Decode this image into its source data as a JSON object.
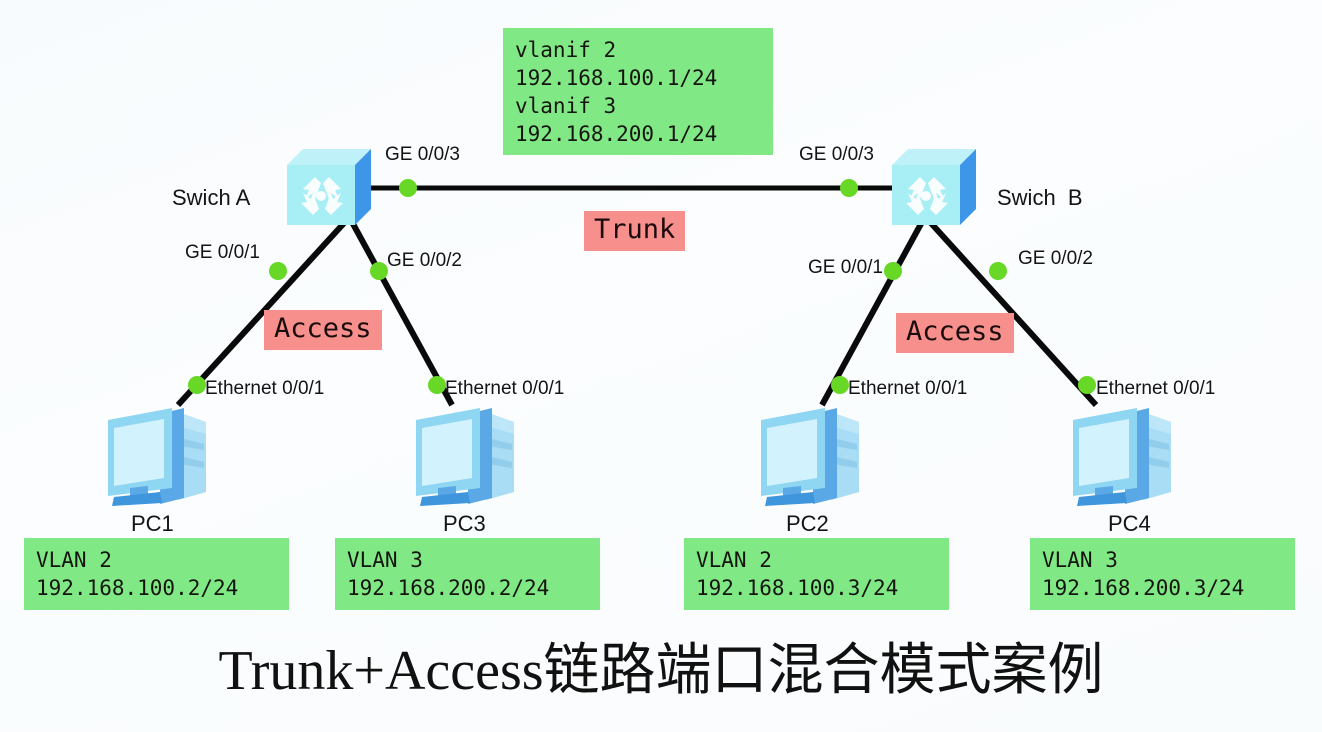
{
  "diagram": {
    "title": "Trunk+Access链路端口混合模式案例",
    "colors": {
      "background": "#f8fbfd",
      "info_box": "#80e884",
      "mode_badge": "#f7908c",
      "link_line": "#0a0a0a",
      "node_dot": "#68d827",
      "switch_face": "#a8eef5",
      "switch_side": "#3d96e8",
      "pc_body": "#6fb8ea"
    },
    "switches": [
      {
        "id": "switch-a",
        "label": "Swich A",
        "config_box": "vlanif 2\n192.168.100.1/24\nvlanif 3\n192.168.200.1/24",
        "ports": [
          {
            "name": "GE 0/0/3",
            "role": "trunk-uplink"
          },
          {
            "name": "GE 0/0/1",
            "role": "access"
          },
          {
            "name": "GE 0/0/2",
            "role": "access"
          }
        ]
      },
      {
        "id": "switch-b",
        "label": "Swich  B",
        "ports": [
          {
            "name": "GE 0/0/3",
            "role": "trunk-uplink"
          },
          {
            "name": "GE 0/0/1",
            "role": "access"
          },
          {
            "name": "GE 0/0/2",
            "role": "access"
          }
        ]
      }
    ],
    "link_modes": [
      {
        "id": "trunk",
        "label": "Trunk"
      },
      {
        "id": "access-left",
        "label": "Access"
      },
      {
        "id": "access-right",
        "label": "Access"
      }
    ],
    "hosts": [
      {
        "id": "pc1",
        "label": "PC1",
        "port": "Ethernet 0/0/1",
        "vlan": "VLAN 2",
        "address": "192.168.100.2/24"
      },
      {
        "id": "pc3",
        "label": "PC3",
        "port": "Ethernet 0/0/1",
        "vlan": "VLAN 3",
        "address": "192.168.200.2/24"
      },
      {
        "id": "pc2",
        "label": "PC2",
        "port": "Ethernet 0/0/1",
        "vlan": "VLAN 2",
        "address": "192.168.100.3/24"
      },
      {
        "id": "pc4",
        "label": "PC4",
        "port": "Ethernet 0/0/1",
        "vlan": "VLAN 3",
        "address": "192.168.200.3/24"
      }
    ]
  }
}
